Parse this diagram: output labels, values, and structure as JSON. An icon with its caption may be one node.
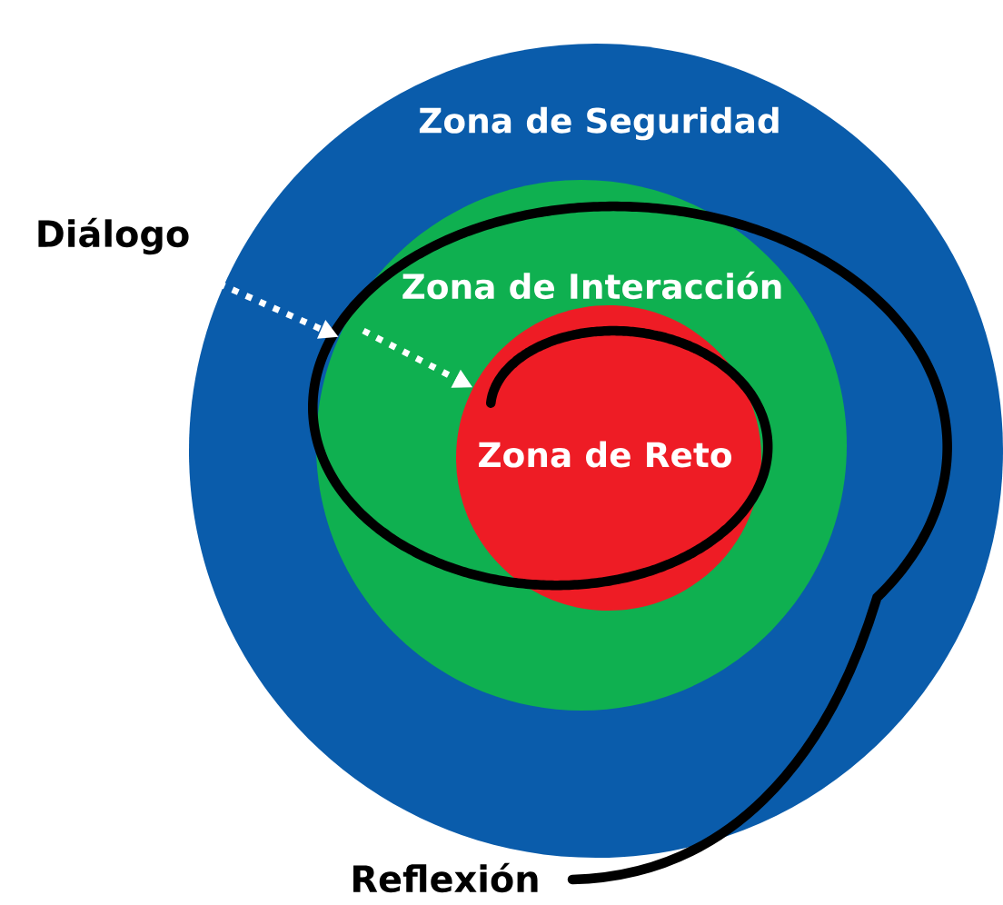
{
  "diagram": {
    "nodes": [
      {
        "text": [
          "Zona de Seguridad"
        ]
      },
      {
        "text": [
          "Zona de Interacción"
        ],
        "in": 0
      },
      {
        "text": [
          "Zona de Reto"
        ],
        "in": 1
      },
      {
        "text": [
          "Diálogo"
        ]
      }
    ],
    "edges": [
      {
        "from": 3,
        "to": 1,
        "arrow": "to",
        "style": "dashed"
      },
      {
        "from": 1,
        "to": 2,
        "arrow": "to",
        "style": "dashed"
      }
    ],
    "labels": [
      "Reflexión"
    ]
  }
}
